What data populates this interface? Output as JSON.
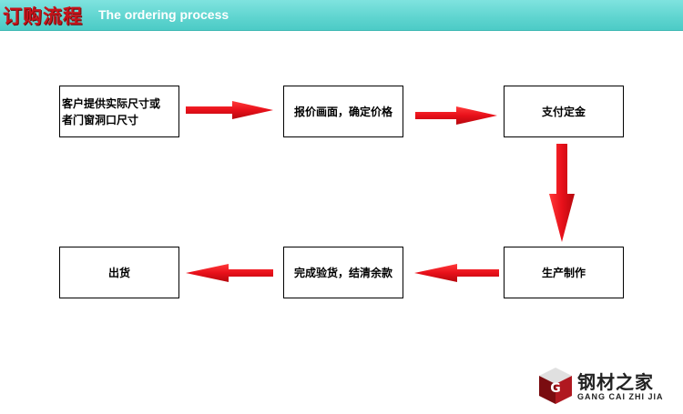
{
  "header": {
    "title_cn": "订购流程",
    "title_en": "The ordering process"
  },
  "steps": [
    {
      "id": "step-1",
      "line1": "客户提供实际尺寸或",
      "line2": "者门窗洞口尺寸"
    },
    {
      "id": "step-2",
      "line1": "报价画面，确定价格",
      "line2": ""
    },
    {
      "id": "step-3",
      "line1": "支付定金",
      "line2": ""
    },
    {
      "id": "step-4",
      "line1": "生产制作",
      "line2": ""
    },
    {
      "id": "step-5",
      "line1": "完成验货，结清余款",
      "line2": ""
    },
    {
      "id": "step-6",
      "line1": "出货",
      "line2": ""
    }
  ],
  "logo": {
    "name_cn": "钢材之家",
    "name_en": "GANG CAI ZHI JIA"
  },
  "colors": {
    "header_bg": "#5ed4cf",
    "header_title": "#c8141b",
    "arrow": "#e8101a"
  }
}
